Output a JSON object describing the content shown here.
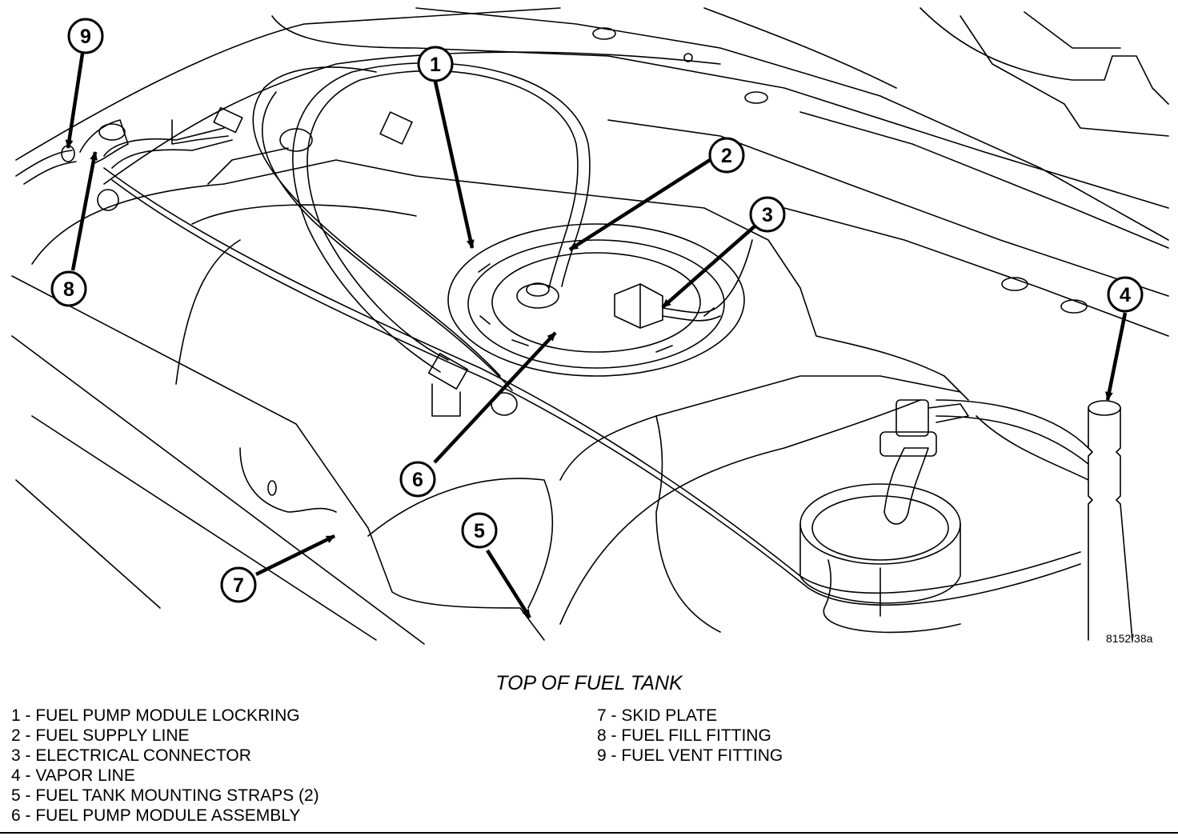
{
  "figure": {
    "id_code": "8152f38a",
    "caption": "TOP OF FUEL TANK"
  },
  "callouts": [
    {
      "number": "1",
      "label": "FUEL PUMP MODULE LOCKRING"
    },
    {
      "number": "2",
      "label": "FUEL SUPPLY LINE"
    },
    {
      "number": "3",
      "label": "ELECTRICAL CONNECTOR"
    },
    {
      "number": "4",
      "label": "VAPOR LINE"
    },
    {
      "number": "5",
      "label": "FUEL TANK MOUNTING STRAPS (2)"
    },
    {
      "number": "6",
      "label": "FUEL PUMP MODULE ASSEMBLY"
    },
    {
      "number": "7",
      "label": "SKID PLATE"
    },
    {
      "number": "8",
      "label": "FUEL FILL FITTING"
    },
    {
      "number": "9",
      "label": "FUEL VENT FITTING"
    }
  ],
  "legend": {
    "left": [
      "1 - FUEL PUMP MODULE LOCKRING",
      "2 - FUEL SUPPLY LINE",
      "3 - ELECTRICAL CONNECTOR",
      "4 - VAPOR LINE",
      "5 - FUEL TANK MOUNTING STRAPS (2)",
      "6 - FUEL PUMP MODULE ASSEMBLY"
    ],
    "right": [
      "7 - SKID PLATE",
      "8 - FUEL FILL FITTING",
      "9 - FUEL VENT FITTING"
    ]
  }
}
